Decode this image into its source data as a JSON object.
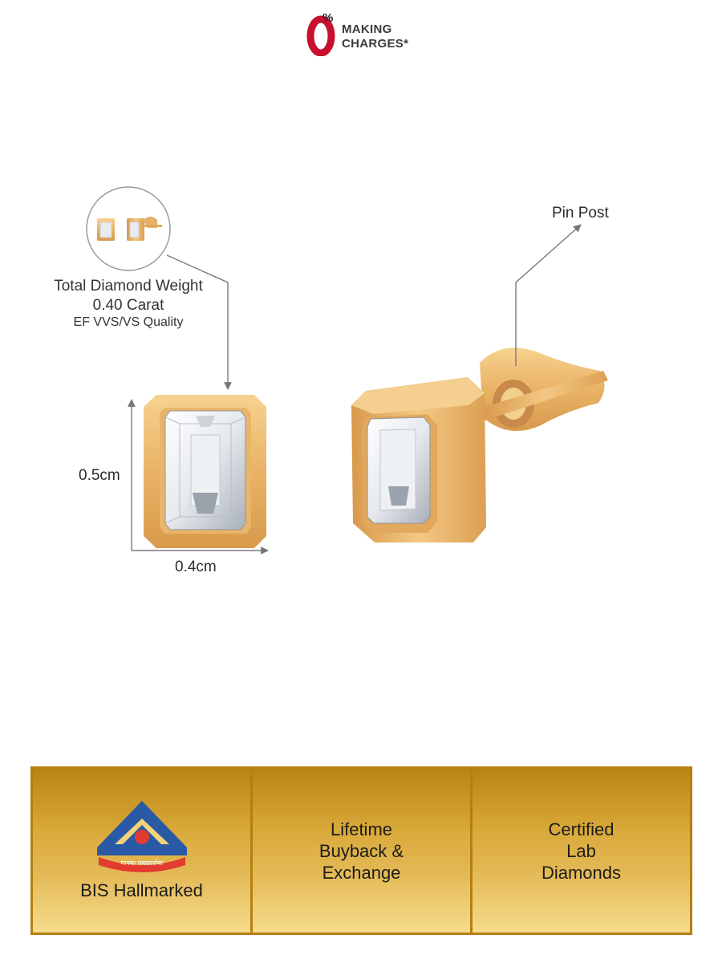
{
  "badge": {
    "zero": "0",
    "percent": "%",
    "line1": "MAKING",
    "line2": "CHARGES*"
  },
  "annotations": {
    "weight_title": "Total Diamond Weight",
    "weight_value": "0.40 Carat",
    "quality": "EF VVS/VS Quality",
    "height": "0.5cm",
    "width": "0.4cm",
    "pin_post": "Pin Post"
  },
  "features": [
    {
      "label": "BIS Hallmarked",
      "logo_text": "मानकः पथप्रदर्शकः",
      "icon": "bis-logo-icon"
    },
    {
      "label": "Lifetime\nBuyback &\nExchange"
    },
    {
      "label": "Certified\nLab\nDiamonds"
    }
  ],
  "colors": {
    "gold": "#d9a93a",
    "band_border": "#b57f11",
    "badge_red": "#c8102e",
    "bis_blue": "#2a5aa6",
    "bis_red": "#e23b2f"
  }
}
